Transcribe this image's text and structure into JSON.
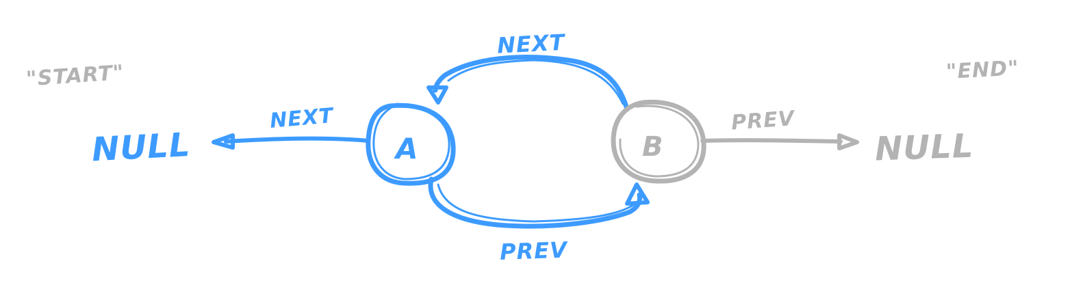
{
  "colors": {
    "blue": "#3d9bff",
    "gray": "#b3b3b3",
    "background": "#ffffff"
  },
  "labels": {
    "start_caption": "\"START\"",
    "end_caption": "\"END\"",
    "left_null": "NULL",
    "right_null": "NULL",
    "node_a": "A",
    "node_b": "B",
    "next_left": "NEXT",
    "next_top": "NEXT",
    "prev_right": "PREV",
    "prev_bottom": "PREV"
  }
}
